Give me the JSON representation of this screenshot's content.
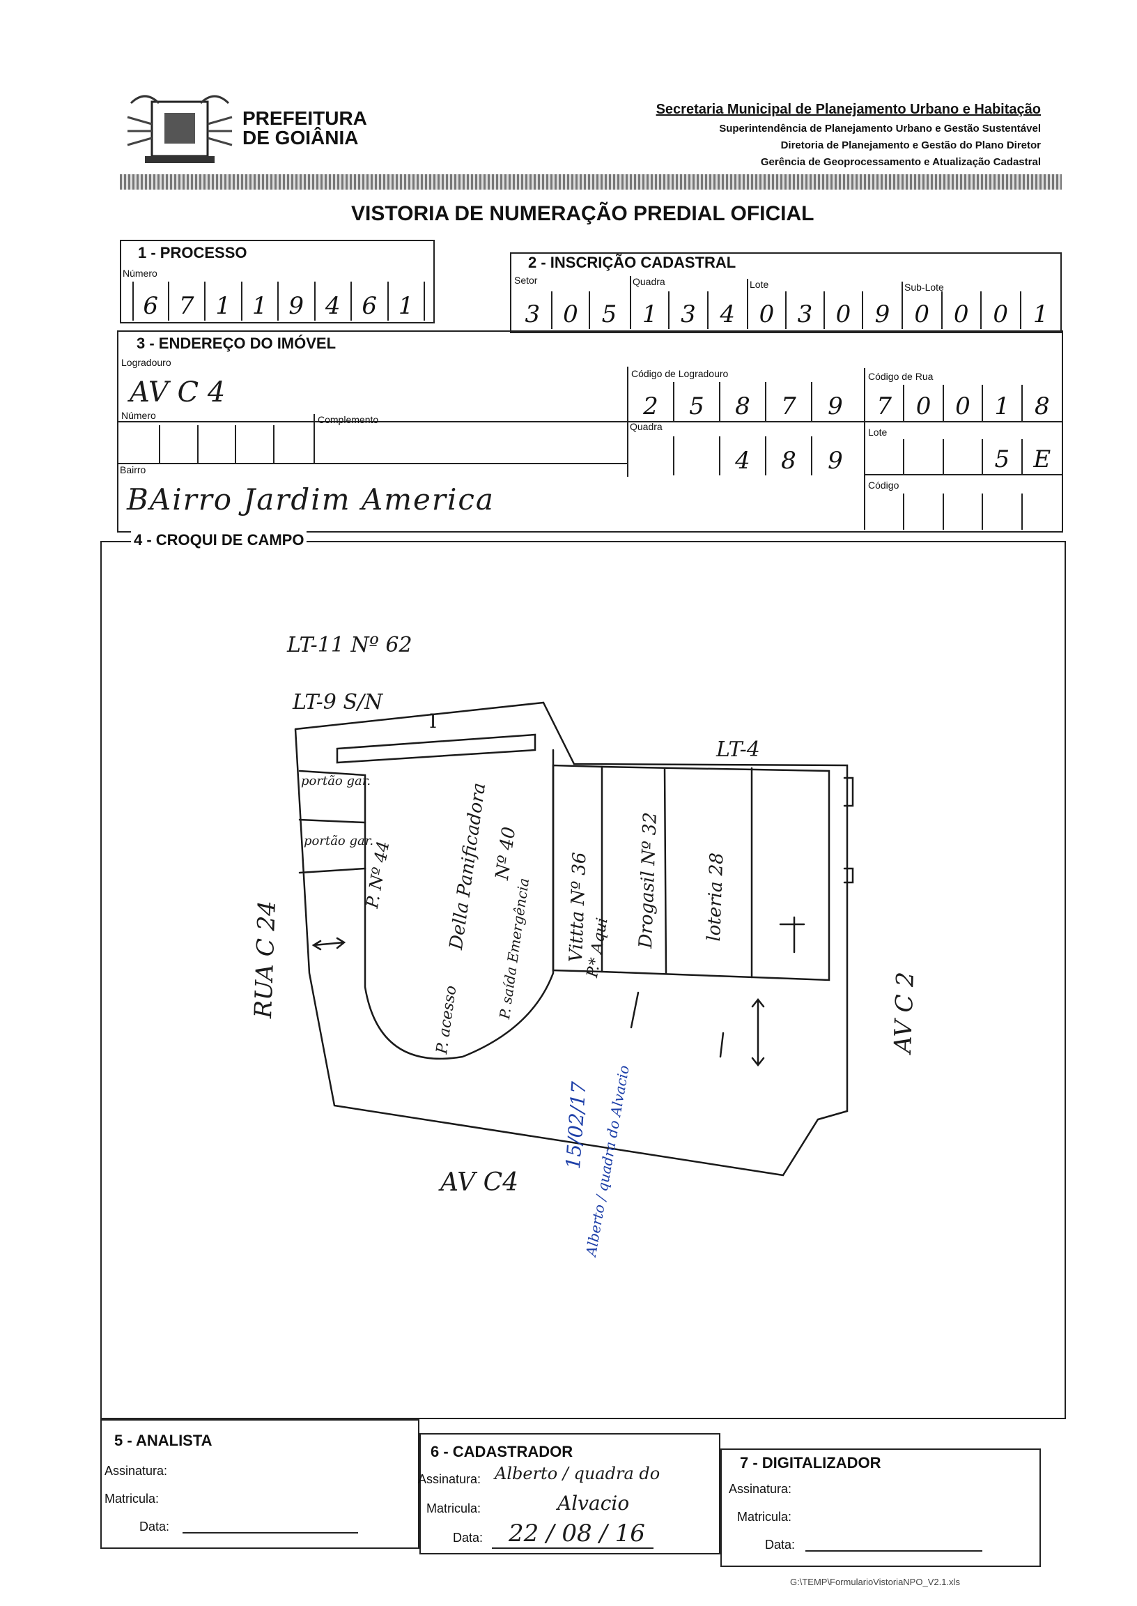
{
  "header": {
    "org_line1": "PREFEITURA",
    "org_line2": "DE GOIÂNIA",
    "secretaria": "Secretaria Municipal de Planejamento Urbano e Habitação",
    "line2": "Superintendência de Planejamento Urbano e Gestão Sustentável",
    "line3": "Diretoria de Planejamento e Gestão do Plano Diretor",
    "line4": "Gerência de Geoprocessamento e Atualização Cadastral"
  },
  "form_title": "VISTORIA DE NUMERAÇÃO PREDIAL OFICIAL",
  "processo": {
    "title": "1 - PROCESSO",
    "numero_label": "Número",
    "digits": [
      "6",
      "7",
      "1",
      "1",
      "9",
      "4",
      "6",
      "1"
    ]
  },
  "inscricao": {
    "title": "2 - INSCRIÇÃO CADASTRAL",
    "setor_label": "Setor",
    "quadra_label": "Quadra",
    "lote_label": "Lote",
    "sublote_label": "Sub-Lote",
    "setor": [
      "3",
      "0",
      "5"
    ],
    "quadra": [
      "1",
      "3",
      "4"
    ],
    "lote": [
      "0",
      "3",
      "0",
      "9"
    ],
    "sublote": [
      "0",
      "0",
      "0",
      "1"
    ]
  },
  "endereco": {
    "title": "3 - ENDEREÇO DO IMÓVEL",
    "logradouro_label": "Logradouro",
    "logradouro": "AV C 4",
    "cod_logradouro_label": "Código de Logradouro",
    "cod_logradouro": [
      "2",
      "5",
      "8",
      "7",
      "9"
    ],
    "cod_rua_label": "Código de Rua",
    "cod_rua": [
      "7",
      "0",
      "0",
      "1",
      "8"
    ],
    "numero_label": "Número",
    "complemento_label": "Complemento",
    "quadra_label": "Quadra",
    "quadra": [
      "",
      "",
      "4",
      "8",
      "9"
    ],
    "lote_label": "Lote",
    "lote": [
      "",
      "",
      "",
      "5",
      "E"
    ],
    "bairro_label": "Bairro",
    "bairro": "BAirro Jardim America",
    "codigo_label": "Código"
  },
  "croqui": {
    "title": "4 - CROQUI DE CAMPO",
    "notes": {
      "lt11": "LT-11 Nº 62",
      "lt9": "LT-9 S/N",
      "lt4": "LT-4",
      "i_mark": "I",
      "portao1": "portão gar.",
      "portao2": "portão gar.",
      "p44": "P. Nº 44",
      "padaria": "Della Panificadora",
      "n40": "Nº 40",
      "acesso": "P. acesso",
      "saida": "P. saída Emergência",
      "vittta": "Vittta Nº 36",
      "aqui": "P.* Aqui",
      "drogasil": "Drogasil Nº 32",
      "loteria": "loteria 28",
      "rua_c24": "RUA C 24",
      "av_c2": "AV C 2",
      "av_c4": "AV C4",
      "blue_date": "15/02/17",
      "blue_note": "Alberto / quadra do Alvacio"
    }
  },
  "analista": {
    "title": "5 - ANALISTA",
    "assinatura_label": "Assinatura:",
    "matricula_label": "Matricula:",
    "data_label": "Data:"
  },
  "cadastrador": {
    "title": "6 - CADASTRADOR",
    "assinatura_label": "Assinatura:",
    "matricula_label": "Matricula:",
    "data_label": "Data:",
    "assinatura": "Alberto / quadra do",
    "matricula": "Alvacio",
    "data": "22 / 08 / 16"
  },
  "digitalizador": {
    "title": "7 - DIGITALIZADOR",
    "assinatura_label": "Assinatura:",
    "matricula_label": "Matricula:",
    "data_label": "Data:"
  },
  "footer_path": "G:\\TEMP\\FormularioVistoriaNPO_V2.1.xls"
}
